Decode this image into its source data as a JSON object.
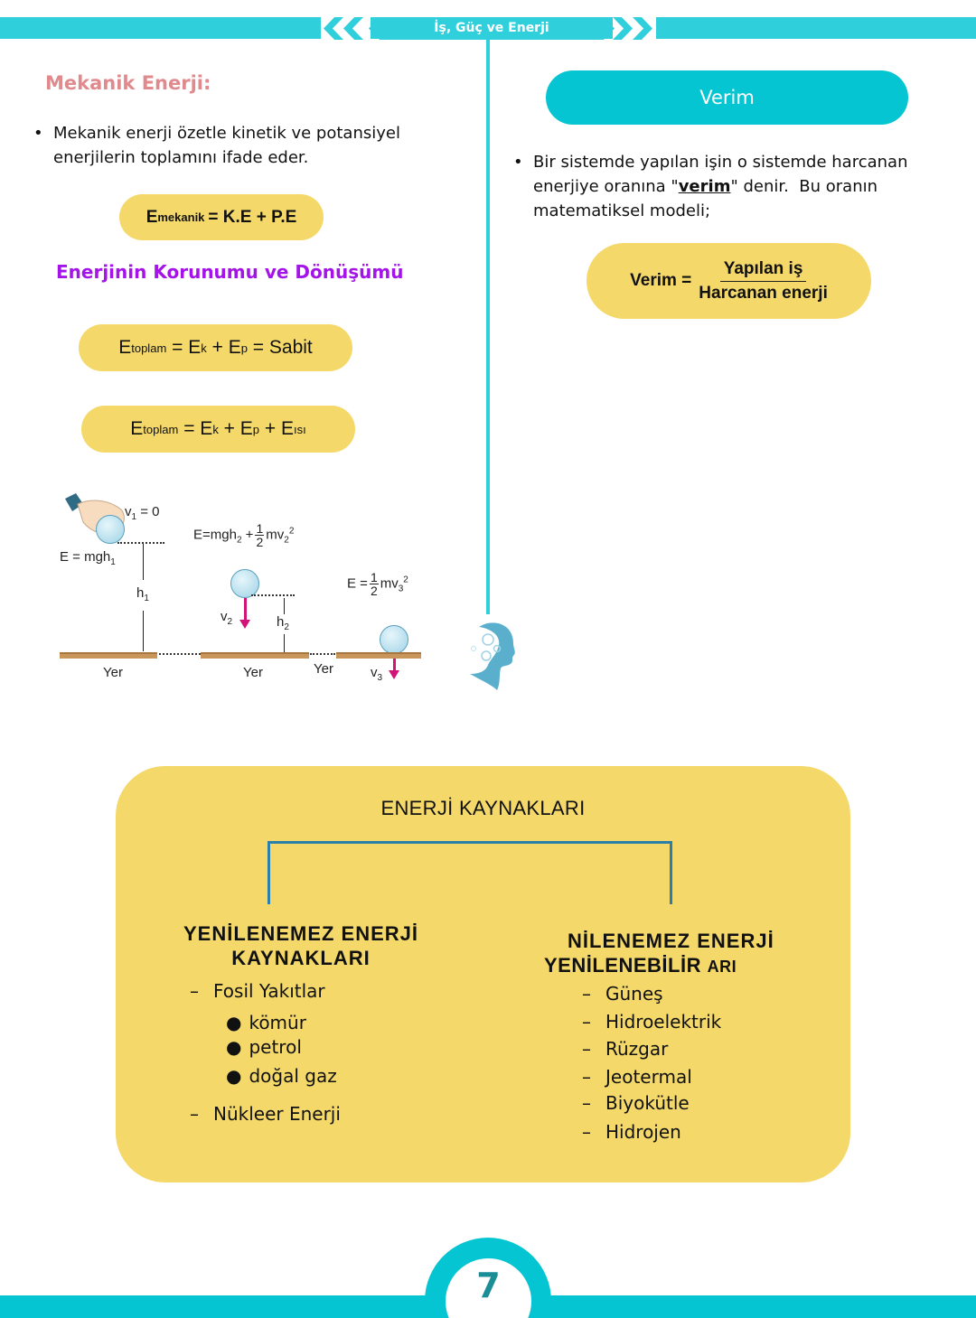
{
  "header": {
    "title": "İş, Güç ve Enerji",
    "accent_color": "#2fcfdc"
  },
  "left": {
    "mekanik_heading": "Mekanik Enerji:",
    "mekanik_bullet_line1": "Mekanik enerji özetle kinetik ve potansiyel",
    "mekanik_bullet_line2": "enerjilerin toplamını ifade eder.",
    "formula_mekanik": {
      "lhs": "E",
      "lhs_sub": "mekanik",
      "rhs": "= K.E + P.E"
    },
    "koruma_heading": "Enerjinin Korunumu ve Dönüşümü",
    "formula_sabit": {
      "e": "E",
      "toplam": "toplam",
      "eq1": " = E",
      "k": "k",
      "plus": " + E",
      "p": "p",
      "rest": " = Sabit"
    },
    "formula_isi": {
      "e": "E",
      "toplam": "toplam",
      "eq1": " = E",
      "k": "k",
      "plus": " + E",
      "p": "p",
      "plus2": " + E",
      "isi": "ısı"
    }
  },
  "diagram": {
    "v1": "v",
    "v1_sub": "1",
    "v1_val": " = 0",
    "e1": "E = mgh",
    "e1_sub": "1",
    "h1": "h",
    "h1_sub": "1",
    "e2_pre": "E=mgh",
    "e2_sub": "2",
    "e2_plus": " +",
    "half_num": "1",
    "half_den": "2",
    "e2_mv": "mv",
    "e2_mv_sub": "2",
    "e2_mv_sup": "2",
    "v2": "v",
    "v2_sub": "2",
    "h2": "h",
    "h2_sub": "2",
    "e3_pre": "E =",
    "e3_mv": "mv",
    "e3_mv_sub": "3",
    "e3_mv_sup": "2",
    "v3": "v",
    "v3_sub": "3",
    "ground_label_1": "Yer",
    "ground_label_2": "Yer",
    "ground_label_3": "Yer"
  },
  "right": {
    "verim_title": "Verim",
    "bullet_part1": "Bir sistemde yapılan işin o sistemde harcanan",
    "bullet_part2a": "enerjiye oranına \"",
    "bullet_keyword": "verim",
    "bullet_part2b": "\" denir.  Bu oranın",
    "bullet_part3": "matematiksel modeli;",
    "formula": {
      "lhs": "Verim =",
      "numerator": "Yapılan iş",
      "denominator": "Harcanan enerji"
    }
  },
  "sources": {
    "title": "ENERJİ KAYNAKLARI",
    "non_renewable": {
      "heading_line1": "YENİLENEMEZ ENERJİ",
      "heading_line2": "KAYNAKLARI",
      "items": [
        "Fosil Yakıtlar",
        "Nükleer Enerji"
      ],
      "fossil_subitems": [
        "kömür",
        "petrol",
        "doğal gaz"
      ]
    },
    "renewable": {
      "heading_line1": "NİLENEMEZ ENERJİ",
      "heading_line2": "YENİLENEBİLİR ",
      "heading_line2_tail": "ARI",
      "items": [
        "Güneş",
        "Hidroelektrik",
        "Rüzgar",
        "Jeotermal",
        "Biyokütle",
        "Hidrojen"
      ]
    },
    "box_color": "#f4d96a",
    "bracket_color": "#2a80a8"
  },
  "footer": {
    "page_number": "7",
    "accent_color": "#05c5d3"
  }
}
